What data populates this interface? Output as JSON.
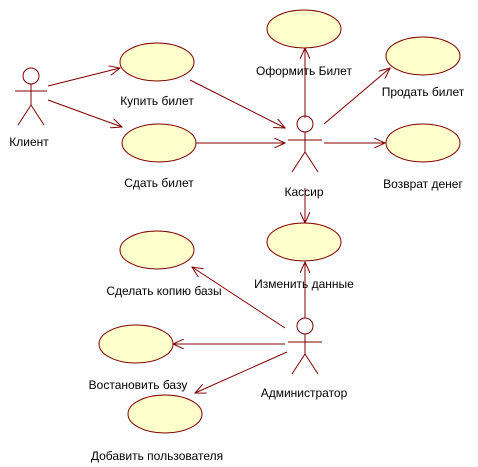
{
  "colors": {
    "line": "#800000",
    "usecase_fill": "#ffffcc",
    "background": "#ffffff"
  },
  "actors": {
    "client": "Клиент",
    "cashier": "Кассир",
    "admin": "Администратор"
  },
  "usecases": {
    "buy_ticket": "Купить билет",
    "return_ticket": "Сдать билет",
    "issue_ticket": "Оформить Билет",
    "sell_ticket": "Продать билет",
    "refund": "Возврат денег",
    "change_data": "Изменить данные",
    "backup_db": "Сделать копию базы",
    "restore_db": "Востановить базу",
    "add_user": "Добавить пользователя"
  }
}
